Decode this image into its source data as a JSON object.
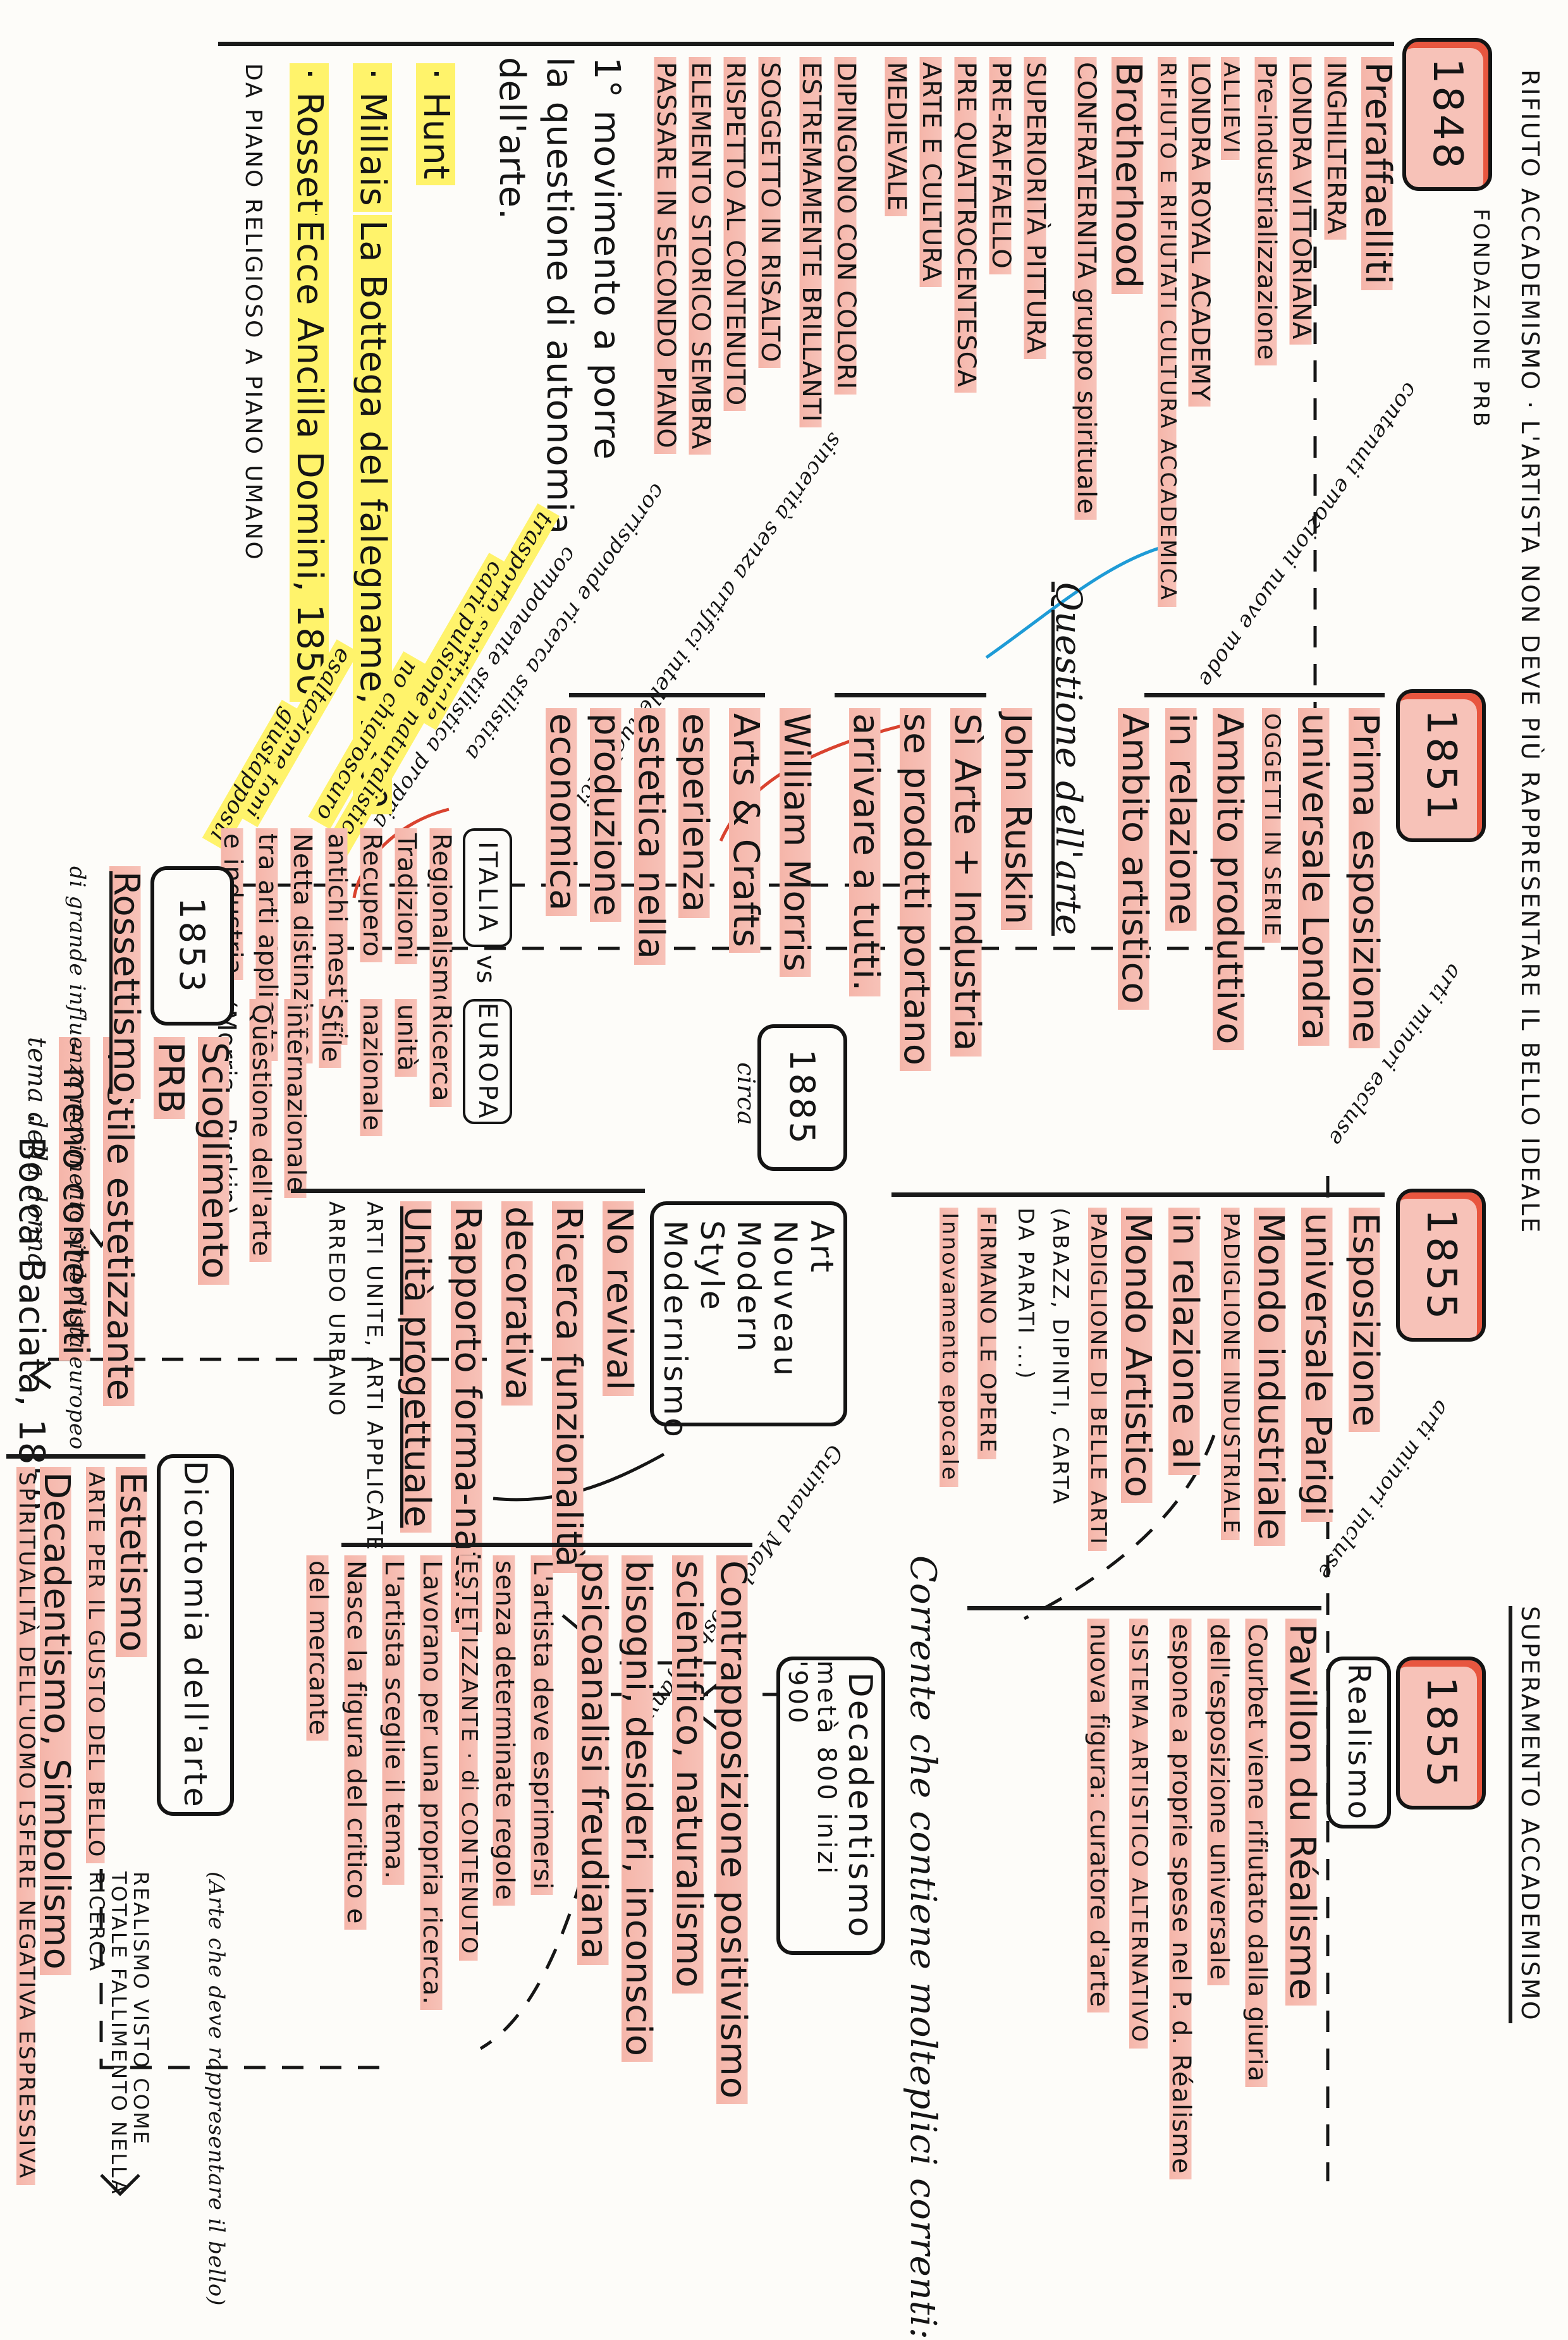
{
  "header": {
    "line1": "RIFIUTO ACCADEMISMO · L'ARTISTA NON DEVE PIÙ RAPPRESENTARE IL BELLO IDEALE",
    "right_title": "SUPERAMENTO ACCADEMISMO"
  },
  "y1848": {
    "year": "1848",
    "label": "FONDAZIONE PRB",
    "title": "Preraffaelliti",
    "lines": [
      "INGHILTERRA",
      "LONDRA VITTORIANA",
      "Pre-industrializzazione",
      "ALLIEVI",
      "LONDRA ROYAL ACADEMY",
      "RIFIUTO E RIFIUTATI CULTURA ACCADEMICA",
      "Brotherhood",
      "CONFRATERNITA gruppo spirituale",
      "SUPERIORITÀ PITTURA",
      "PRE-RAFFAELLO",
      "PRE QUATTROCENTESCA",
      "ARTE E CULTURA",
      "MEDIEVALE",
      "DIPINGONO CON COLORI",
      "ESTREMAMENTE BRILLANTI",
      "SOGGETTO IN RISALTO",
      "RISPETTO AL CONTENUTO",
      "ELEMENTO STORICO SEMBRA",
      "PASSARE IN SECONDO PIANO",
      "1° movimento a porre",
      "la questione di autonomia",
      "dell'arte."
    ],
    "notes": [
      "contenuti emozioni nuove mode",
      "sincerità senza artifici intellettualistici",
      "corrisponde ricerca stilistica",
      "componente stilistica propria"
    ],
    "artists": [
      "· Hunt",
      "· Millais",
      "· Rossetti"
    ],
    "works": [
      "La Bottega del falegname, 1850",
      "Ecce Ancilla Domini, 1850",
      "DA PIANO RELIGIOSO A PIANO UMANO"
    ],
    "yellow_notes": [
      "trasporto spirituale",
      "carica emozionale",
      "pulsione naturalistica",
      "no chiaroscuro",
      "esaltazione toni",
      "giustapposti"
    ]
  },
  "y1851": {
    "year": "1851",
    "lines": [
      "Prima esposizione",
      "universale Londra",
      "OGGETTI IN SERIE",
      "Ambito produttivo",
      "in relazione",
      "Ambito artistico"
    ],
    "note": "arti minori escluse",
    "heading": "Questione dell'arte",
    "ruskin": "John Ruskin",
    "ruskin_lines": [
      "Sì Arte + Industria",
      "se prodotti portano",
      "arrivare a tutti."
    ],
    "morris": "William Morris",
    "morris_lines": [
      "Arts & Crafts",
      "esperienza",
      "estetica nella",
      "produzione",
      "economica"
    ]
  },
  "y1853": {
    "year": "1853",
    "lines": [
      "Scioglimento",
      "PRB",
      "+ Stile estetizzante",
      "- meno contenuti",
      "tema della donna"
    ],
    "rossettismo": "Rossettismo",
    "rossettismo_line": "di grande influenza movimento simbolista europeo",
    "bocca": "· Bocca Baciata, 1859"
  },
  "italia": {
    "label": "ITALIA",
    "vs": "vs",
    "europa": "EUROPA",
    "italia_lines": [
      "Regionalismo",
      "Tradizioni",
      "Recupero",
      "antichi mestieri",
      "Netta distinzione",
      "tra arti applicate",
      "e industria"
    ],
    "europa_lines": [
      "Ricerca",
      "unità",
      "nazionale",
      "Stile",
      "internazionale",
      "Questione dell'arte",
      "(Morris - Ruskin)"
    ]
  },
  "y1885": {
    "year": "1885",
    "circa": "circa",
    "styles": [
      "Art Nouveau",
      "Modern Style",
      "Modernismo"
    ],
    "lines": [
      "No revival",
      "Ricerca funzionalità",
      "decorativa",
      "Rapporto forma-natura",
      "Unità progettuale",
      "ARTI UNITE, ARTI APPLICATE",
      "ARREDO URBANO"
    ],
    "note": "Guimard Mackintosh Tiffany"
  },
  "y1855a": {
    "year": "1855",
    "lines": [
      "Esposizione",
      "universale Parigi",
      "Mondo industriale",
      "PADIGLIONE INDUSTRIALE",
      "in relazione al",
      "Mondo Artistico",
      "PADIGLIONE DI BELLE ARTI",
      "(ABAZZ, DIPINTI, CARTA",
      "DA PARATI ...)",
      "FIRMANO LE OPERE",
      "Innovamento epocale"
    ],
    "note": "arti minori incluse"
  },
  "y1855b": {
    "year": "1855",
    "title": "Realismo",
    "lines": [
      "Pavillon du Réalisme",
      "Courbet viene rifiutato dalla giuria",
      "dell'esposizione universale",
      "espone a proprie spese nel P. d. Réalisme",
      "SISTEMA ARTISTICO ALTERNATIVO",
      "nuova figura: curatore d'arte"
    ]
  },
  "decadentismo": {
    "intro": "Corrente che contiene molteplici correnti:",
    "title": "Decadentismo",
    "subtitle": "metà 800 inizi '900",
    "lines": [
      "Contrapposizione positivismo",
      "scientifico, naturalismo",
      "bisogni, desideri, inconscio",
      "psicoanalisi freudiana",
      "L'artista deve esprimersi",
      "senza determinate regole",
      "ESTETIZZANTE · di CONTENUTO",
      "Lavorano per una propria ricerca.",
      "L'artista sceglie il tema.",
      "Nasce la figura del critico e",
      "del mercante"
    ]
  },
  "dicotomia": {
    "title": "Dicotomia dell'arte",
    "sub": "(Arte che deve rappresentare il bello)",
    "lines": [
      "Estetismo",
      "ARTE PER IL GUSTO DEL BELLO",
      "Decadentismo, Simbolismo",
      "SPIRITUALITÀ DELL'UOMO DALLA",
      "SFERE NEGATIVA ESPRESSIVA"
    ],
    "right": "REALISMO VISTO COME TOTALE FALLIMENTO NELLA RICERCA"
  },
  "colors": {
    "highlight": "#f7c2b8",
    "yellow": "#fff36b",
    "accent_red": "#e8563f",
    "blue": "#1e9bd6"
  }
}
